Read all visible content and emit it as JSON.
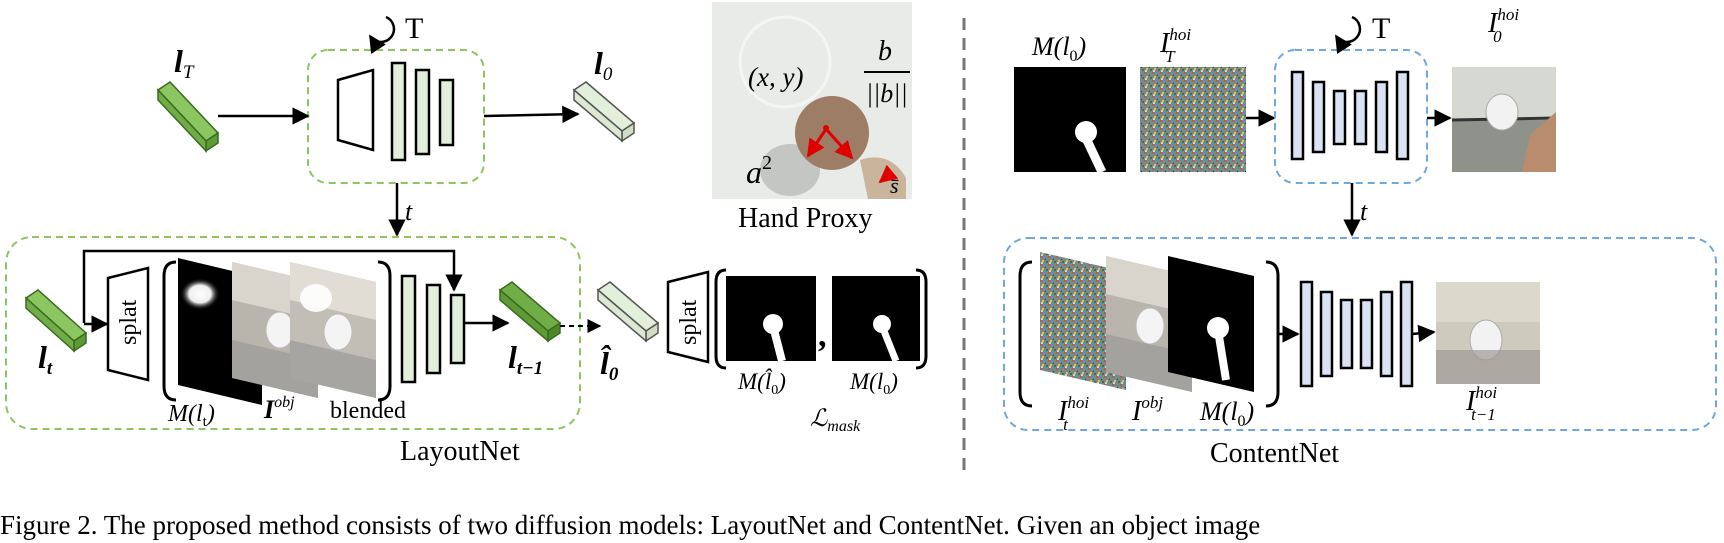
{
  "layout_panel": {
    "l_T": "l",
    "l_T_sub": "T",
    "l_0": "l",
    "l_0_sub": "0",
    "loop_T": "T",
    "t": "t",
    "l_t": "l",
    "l_t_sub": "t",
    "splat1": "splat",
    "l_tm1": "l",
    "l_tm1_sub": "t−1",
    "lhat0": "l̂",
    "lhat0_sub": "0",
    "splat2": "splat",
    "label_M_lt": "M(l",
    "label_M_lt_sub": "t",
    "label_I_obj": "I",
    "label_I_obj_sup": "obj",
    "label_blended": "blended",
    "label_M_lhat": "M(l̂",
    "label_M_lhat_sub": "0",
    "label_M_l0": "M(l",
    "label_M_l0_sub": "0",
    "comma": ",",
    "L_mask": "ℒ",
    "L_mask_sub": "mask",
    "title": "LayoutNet"
  },
  "hand_proxy": {
    "xy": "(x, y)",
    "b_num": "b",
    "b_den": "||b||",
    "a2": "a",
    "a2_sup": "2",
    "s_bar": "s̄",
    "title": "Hand Proxy"
  },
  "content_panel": {
    "M_l0_top": "M(l",
    "M_l0_top_sub": "0",
    "I_T": "I",
    "I_T_sup": "hoi",
    "I_T_sub": "T",
    "loop_T": "T",
    "I_0": "I",
    "I_0_sup": "hoi",
    "I_0_sub": "0",
    "t": "t",
    "I_t": "I",
    "I_t_sup": "hoi",
    "I_t_sub": "t",
    "I_obj": "I",
    "I_obj_sup": "obj",
    "M_l0_bot": "M(l",
    "M_l0_bot_sub": "0",
    "I_tm1": "I",
    "I_tm1_sup": "hoi",
    "I_tm1_sub": "t−1",
    "title": "ContentNet"
  },
  "caption": "Figure 2. The proposed method consists of two diffusion models: LayoutNet and ContentNet. Given an object image",
  "colors": {
    "green_fill": "#70ad47",
    "green_light": "#e2efda",
    "green_dash": "#8cc660",
    "blue_fill": "#dae3f3",
    "blue_dash": "#6fa8dc",
    "red_arrow": "#e00000"
  }
}
